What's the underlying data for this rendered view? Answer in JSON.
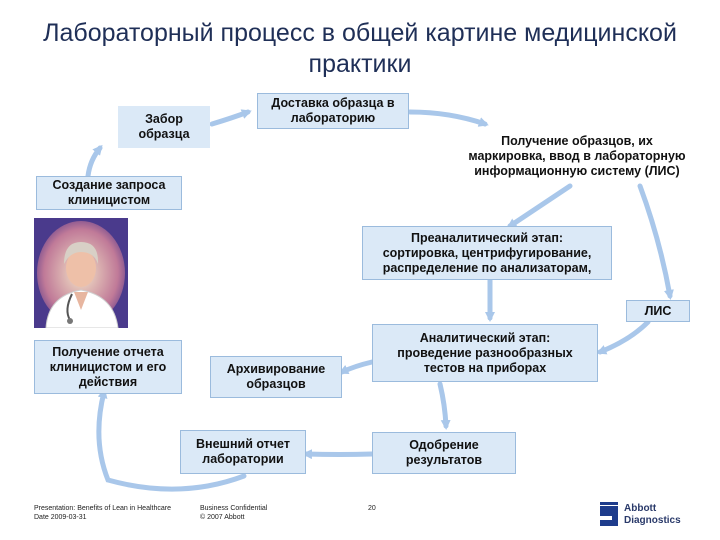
{
  "title": "Лабораторный процесс в общей картине медицинской практики",
  "boxes": {
    "collection": "Забор\nобразца",
    "delivery": "Доставка образца в\nлабораторию",
    "reception": "Получение образцов, их\nмаркировка, ввод в лабораторную\nинформационную систему (ЛИС)",
    "request": "Создание запроса\nклиницистом",
    "preanalytic": "Преаналитический этап:\nсортировка, центрифугирование,\nраспределение по анализаторам,",
    "lis": "ЛИС",
    "analytic": "Аналитический этап:\nпроведение разнообразных\nтестов на приборах",
    "report_received": "Получение отчета\nклиницистом и его\nдействия",
    "archiving": "Архивирование\nобразцов",
    "external_report": "Внешний отчет\nлаборатории",
    "approval": "Одобрение\nрезультатов"
  },
  "footer": {
    "presentation": "Presentation: Benefits of Lean in Healthcare\nDate 2009-03-31",
    "confidential": "Business Confidential\n© 2007 Abbott",
    "page": "20",
    "brand": "Abbott\nDiagnostics"
  },
  "colors": {
    "arrow": "#a9c7ea",
    "box_fill": "#dbe9f7",
    "title": "#1f2f57"
  }
}
